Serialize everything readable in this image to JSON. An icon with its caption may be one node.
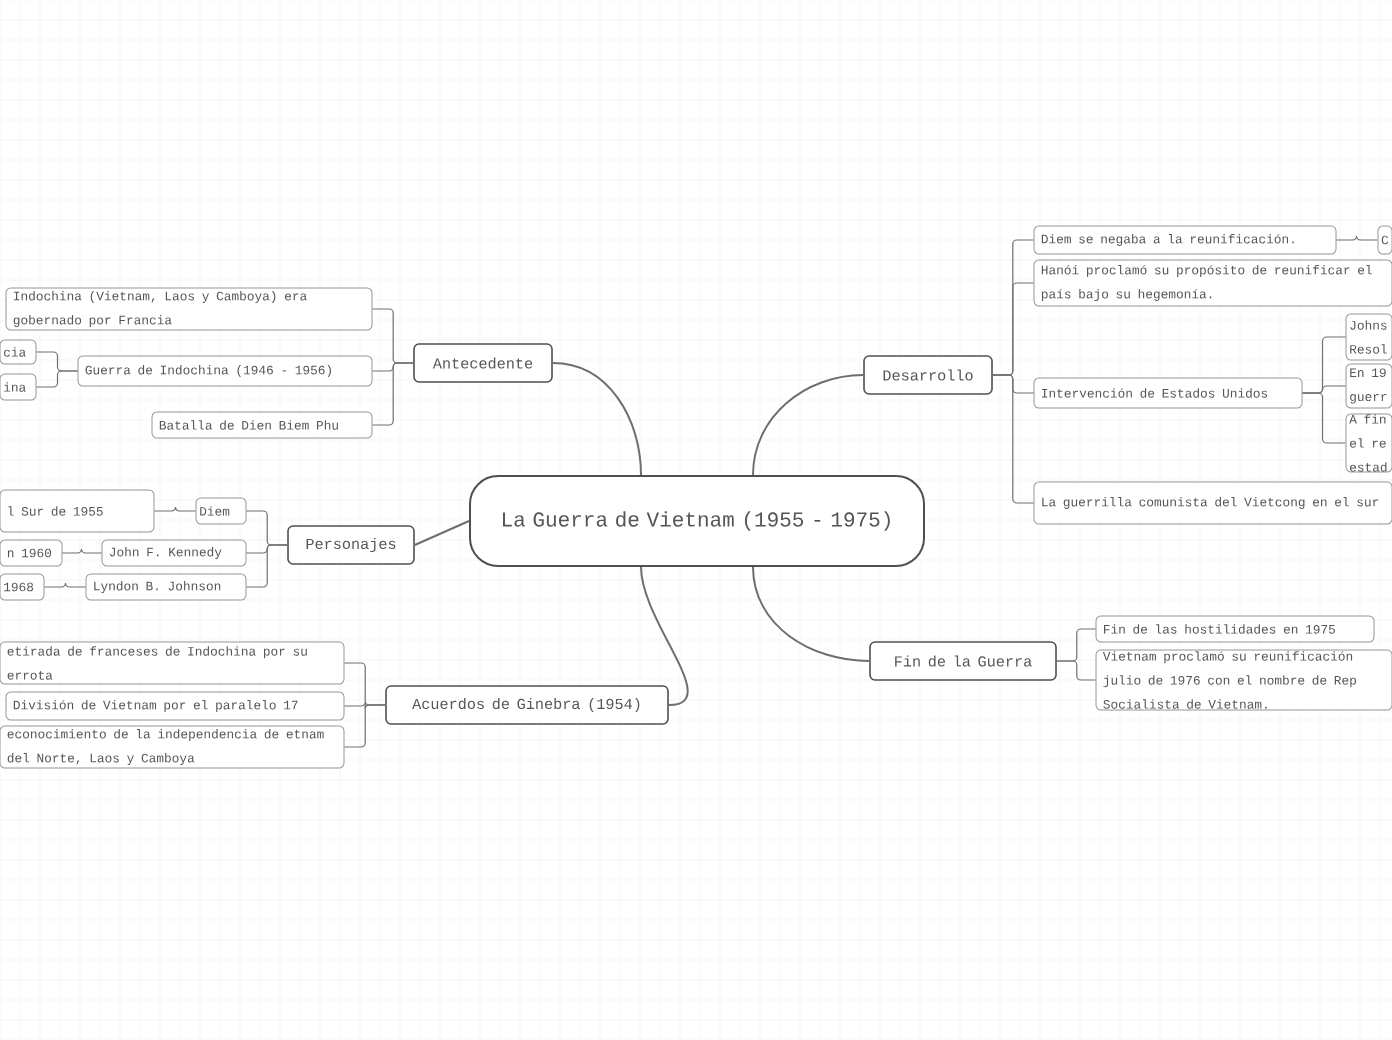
{
  "diagram": {
    "nodes": [
      {
        "text": [
          "La Guerra de Vietnam (1955 - 1975)"
        ]
      },
      {
        "text": [
          "Antecedente"
        ]
      },
      {
        "text": [
          "Indochina (Vietnam, Laos y Camboya) era gobernado por Francia"
        ]
      },
      {
        "text": [
          "Guerra de Indochina (1946 - 1956)"
        ]
      },
      {
        "text": [
          "cia"
        ]
      },
      {
        "text": [
          "ina"
        ]
      },
      {
        "text": [
          "Batalla de Dien Biem Phu"
        ]
      },
      {
        "text": [
          "Personajes"
        ]
      },
      {
        "text": [
          "Diem"
        ]
      },
      {
        "text": [
          "l Sur de 1955"
        ]
      },
      {
        "text": [
          "John F. Kennedy"
        ]
      },
      {
        "text": [
          "n 1960"
        ]
      },
      {
        "text": [
          "Lyndon B. Johnson"
        ]
      },
      {
        "text": [
          "1968"
        ]
      },
      {
        "text": [
          "Acuerdos de Ginebra (1954)"
        ]
      },
      {
        "text": [
          "etirada de franceses de Indochina por su errota"
        ]
      },
      {
        "text": [
          "División de Vietnam por el paralelo 17"
        ]
      },
      {
        "text": [
          "econocimiento de la independencia de etnam del Norte, Laos y Camboya"
        ]
      },
      {
        "text": [
          "Desarrollo"
        ]
      },
      {
        "text": [
          "Diem se negaba a la reunificación."
        ]
      },
      {
        "text": [
          "C"
        ]
      },
      {
        "text": [
          "Hanói proclamó su propósito de reunificar el país bajo su hegemonía."
        ]
      },
      {
        "text": [
          "Intervención de Estados Unidos"
        ]
      },
      {
        "text": [
          "Johns Resol"
        ]
      },
      {
        "text": [
          "En 19 guerr"
        ]
      },
      {
        "text": [
          "A fin el re estad"
        ]
      },
      {
        "text": [
          "La guerrilla comunista del Vietcong en el sur"
        ]
      },
      {
        "text": [
          "Fin de la Guerra"
        ]
      },
      {
        "text": [
          "Fin de las hostilidades en 1975"
        ]
      },
      {
        "text": [
          "Vietnam proclamó su reunificación julio de 1976 con el nombre de Rep Socialista de Vietnam."
        ]
      }
    ],
    "edges": [
      {
        "from": 0,
        "to": 1,
        "arrow": "none"
      },
      {
        "from": 1,
        "to": 2,
        "arrow": "none"
      },
      {
        "from": 1,
        "to": 3,
        "arrow": "none"
      },
      {
        "from": 3,
        "to": 4,
        "arrow": "none"
      },
      {
        "from": 3,
        "to": 5,
        "arrow": "none"
      },
      {
        "from": 1,
        "to": 6,
        "arrow": "none"
      },
      {
        "from": 0,
        "to": 7,
        "arrow": "none"
      },
      {
        "from": 7,
        "to": 8,
        "arrow": "none"
      },
      {
        "from": 8,
        "to": 9,
        "arrow": "none"
      },
      {
        "from": 7,
        "to": 10,
        "arrow": "none"
      },
      {
        "from": 10,
        "to": 11,
        "arrow": "none"
      },
      {
        "from": 7,
        "to": 12,
        "arrow": "none"
      },
      {
        "from": 12,
        "to": 13,
        "arrow": "none"
      },
      {
        "from": 0,
        "to": 14,
        "arrow": "none"
      },
      {
        "from": 14,
        "to": 15,
        "arrow": "none"
      },
      {
        "from": 14,
        "to": 16,
        "arrow": "none"
      },
      {
        "from": 14,
        "to": 17,
        "arrow": "none"
      },
      {
        "from": 0,
        "to": 18,
        "arrow": "none"
      },
      {
        "from": 18,
        "to": 19,
        "arrow": "none"
      },
      {
        "from": 19,
        "to": 20,
        "arrow": "none"
      },
      {
        "from": 18,
        "to": 21,
        "arrow": "none"
      },
      {
        "from": 18,
        "to": 22,
        "arrow": "none"
      },
      {
        "from": 22,
        "to": 23,
        "arrow": "none"
      },
      {
        "from": 22,
        "to": 24,
        "arrow": "none"
      },
      {
        "from": 22,
        "to": 25,
        "arrow": "none"
      },
      {
        "from": 18,
        "to": 26,
        "arrow": "none"
      },
      {
        "from": 0,
        "to": 27,
        "arrow": "none"
      },
      {
        "from": 27,
        "to": 28,
        "arrow": "none"
      },
      {
        "from": 27,
        "to": 29,
        "arrow": "none"
      }
    ]
  }
}
